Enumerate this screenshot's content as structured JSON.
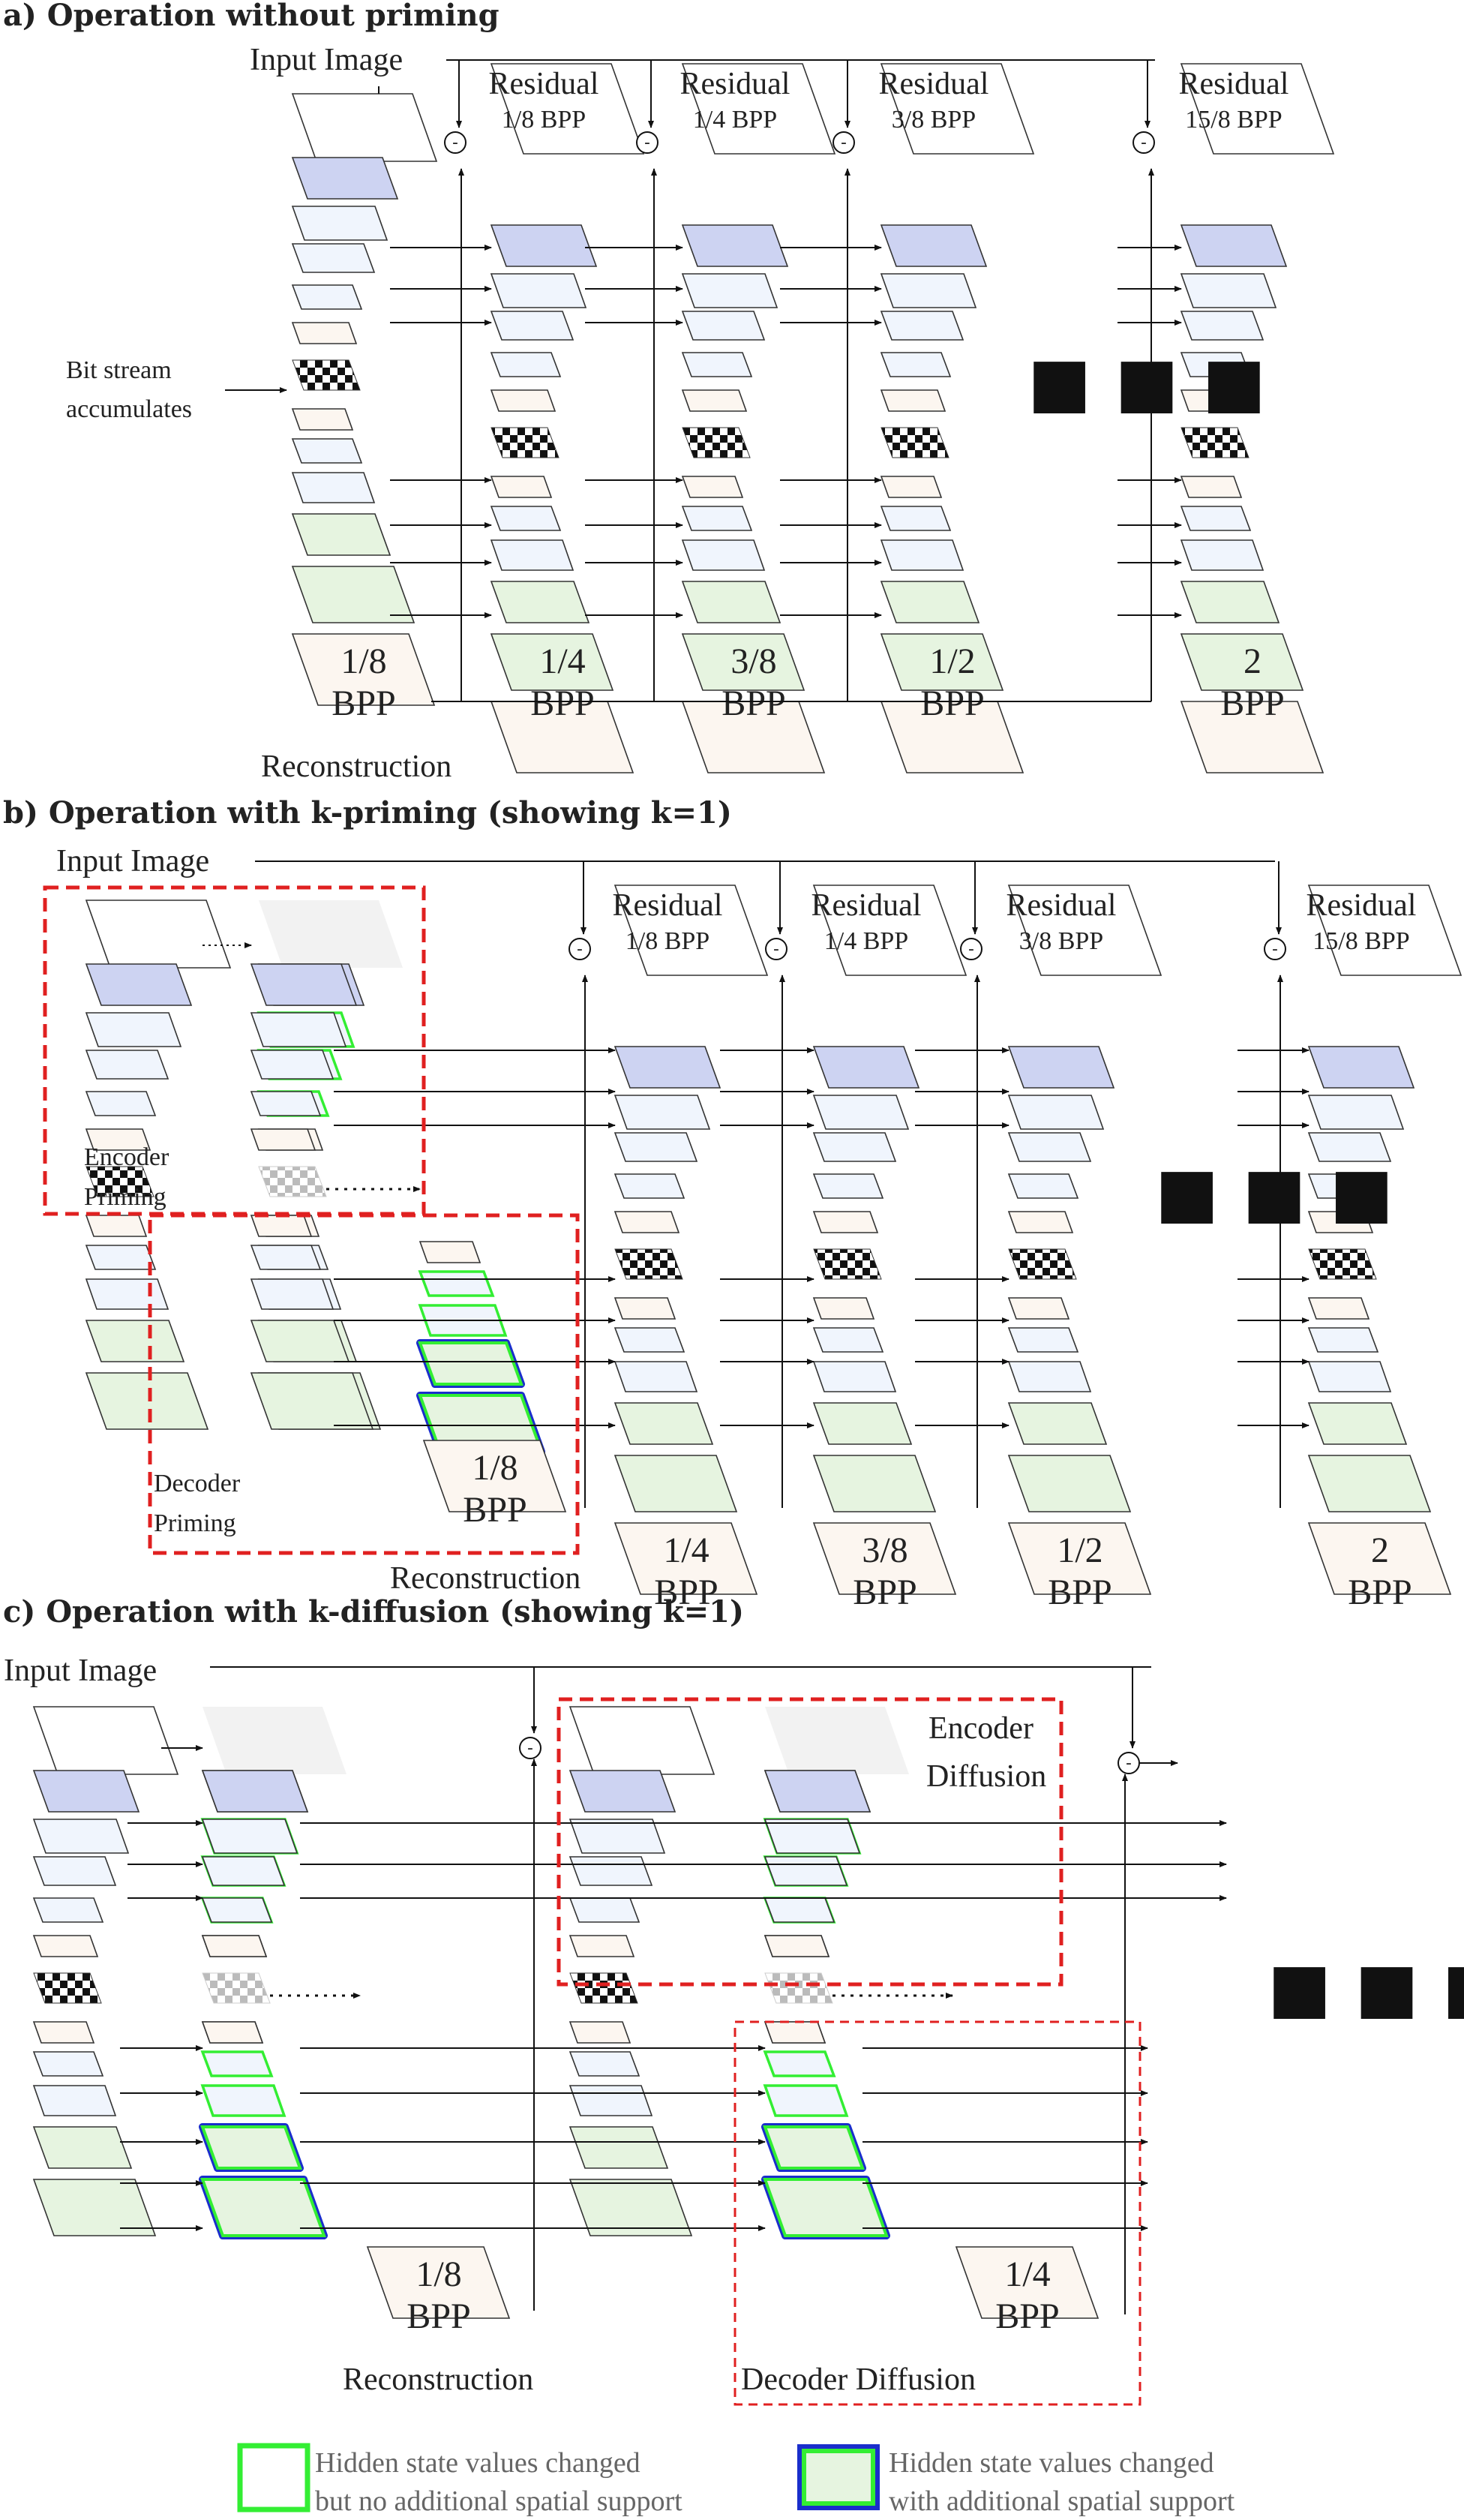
{
  "colors": {
    "blue": "#cdd3f2",
    "lightblue": "#f0f5fd",
    "peach": "#fcf6f0",
    "green": "#e6f4e0",
    "white": "#ffffff",
    "ghost": "#f2f2f2",
    "green_border": "#33ee33",
    "blue_border": "#1a2ecc",
    "dashed_box": "#e02020"
  },
  "section_a": {
    "title": "a) Operation without priming",
    "input_label": "Input Image",
    "bitstream_label_1": "Bit stream",
    "bitstream_label_2": "accumulates",
    "reconstruction_label": "Reconstruction",
    "ellipsis": "■ ■ ■",
    "columns": [
      {
        "bpp_num": "1/8",
        "bpp_unit": "BPP"
      },
      {
        "residual": "Residual",
        "residual_bpp": "1/8 BPP",
        "bpp_num": "1/4",
        "bpp_unit": "BPP"
      },
      {
        "residual": "Residual",
        "residual_bpp": "1/4 BPP",
        "bpp_num": "3/8",
        "bpp_unit": "BPP"
      },
      {
        "residual": "Residual",
        "residual_bpp": "3/8 BPP",
        "bpp_num": "1/2",
        "bpp_unit": "BPP"
      },
      {
        "residual": "Residual",
        "residual_bpp": "15/8 BPP",
        "bpp_num": "2",
        "bpp_unit": "BPP"
      }
    ]
  },
  "section_b": {
    "title": "b) Operation with k-priming (showing k=1)",
    "input_label": "Input Image",
    "encoder_priming_1": "Encoder",
    "encoder_priming_2": "Priming",
    "decoder_priming_1": "Decoder",
    "decoder_priming_2": "Priming",
    "reconstruction_label": "Reconstruction",
    "ellipsis": "■ ■ ■",
    "columns": [
      {
        "bpp_num": "1/8",
        "bpp_unit": "BPP"
      },
      {
        "residual": "Residual",
        "residual_bpp": "1/8 BPP",
        "bpp_num": "1/4",
        "bpp_unit": "BPP"
      },
      {
        "residual": "Residual",
        "residual_bpp": "1/4 BPP",
        "bpp_num": "3/8",
        "bpp_unit": "BPP"
      },
      {
        "residual": "Residual",
        "residual_bpp": "3/8 BPP",
        "bpp_num": "1/2",
        "bpp_unit": "BPP"
      },
      {
        "residual": "Residual",
        "residual_bpp": "15/8 BPP",
        "bpp_num": "2",
        "bpp_unit": "BPP"
      }
    ]
  },
  "section_c": {
    "title": "c) Operation with k-diffusion (showing k=1)",
    "input_label": "Input Image",
    "encoder_diffusion_1": "Encoder",
    "encoder_diffusion_2": "Diffusion",
    "decoder_diffusion": "Decoder Diffusion",
    "reconstruction_label": "Reconstruction",
    "ellipsis": "■ ■ ■",
    "bpp1_num": "1/8",
    "bpp2_num": "1/4",
    "bpp_unit": "BPP"
  },
  "legend": {
    "green_1": "Hidden state values changed",
    "green_2": "but no additional spatial support",
    "blue_1": "Hidden state values changed",
    "blue_2": "with additional spatial support"
  }
}
